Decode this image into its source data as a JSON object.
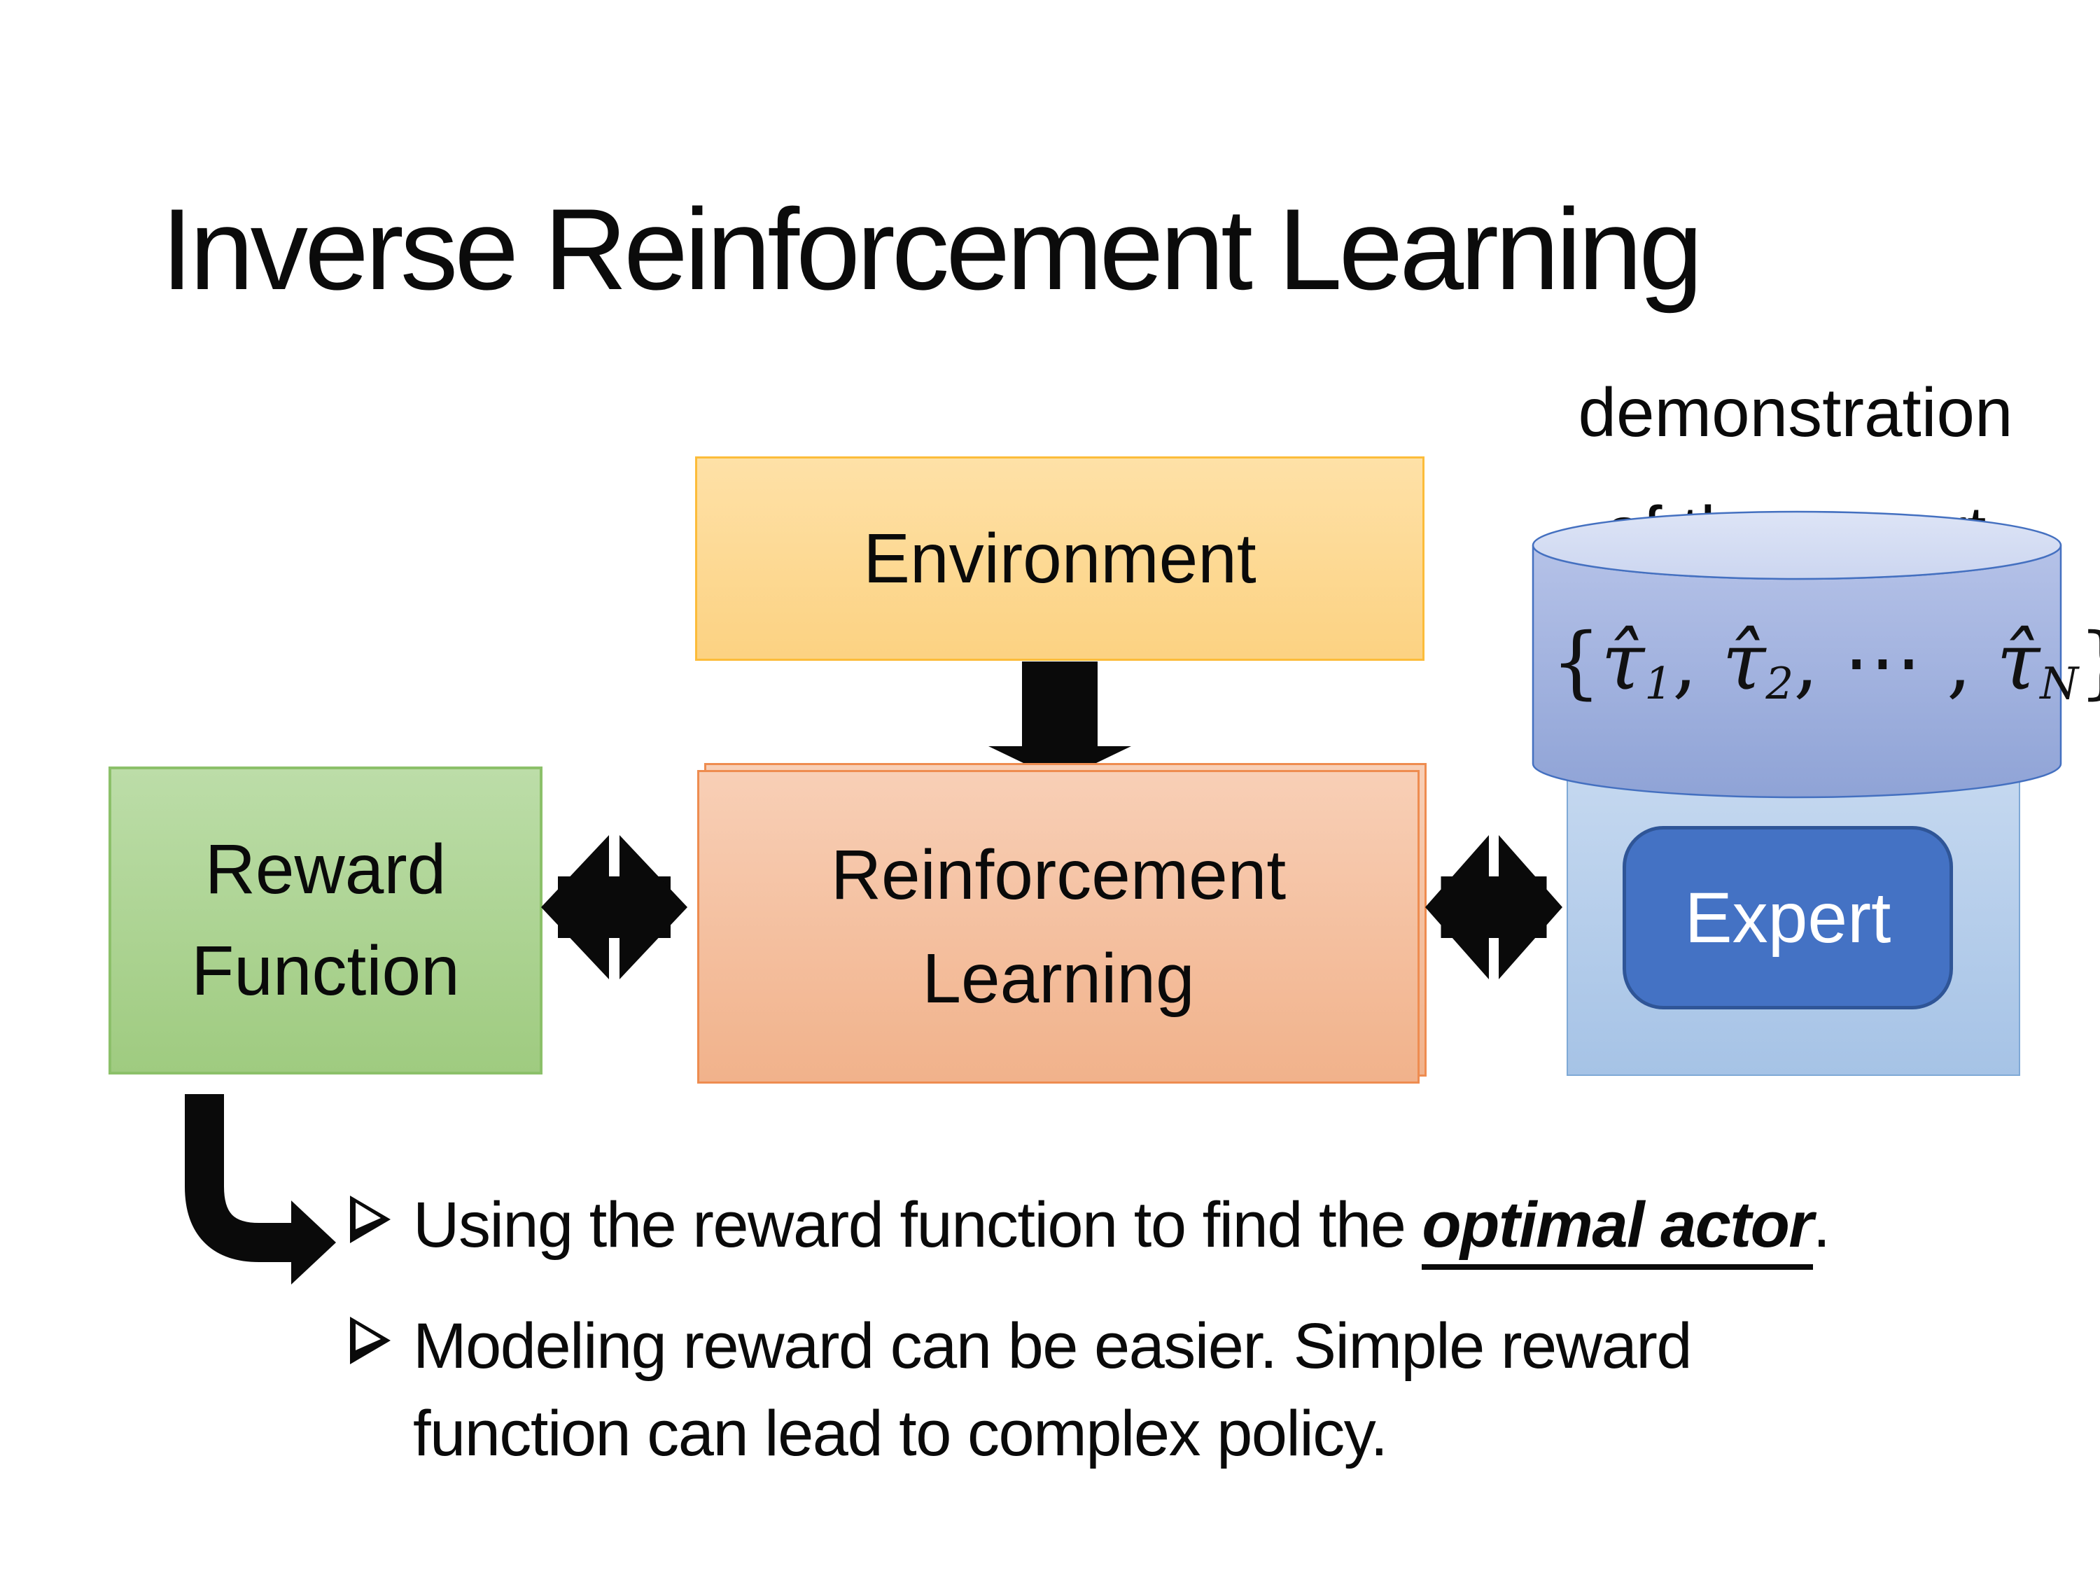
{
  "slide": {
    "title": "Inverse Reinforcement Learning",
    "annotation": {
      "line1": "demonstration",
      "line2": "of the expert"
    },
    "boxes": {
      "environment": "Environment",
      "reward_function": "Reward Function",
      "reinforcement_learning": "Reinforcement Learning",
      "expert": "Expert"
    },
    "demonstration_set": {
      "open": "{",
      "tau1": "τ̂",
      "sub1": "1",
      "comma1": ", ",
      "tau2": "τ̂",
      "sub2": "2",
      "comma2": ", ",
      "dots": "⋯",
      "comma3": " , ",
      "tauN": "τ̂",
      "subN": "N",
      "close": "}"
    },
    "bullets": [
      {
        "prefix": "Using the reward function to find the ",
        "emphasis": "optimal actor",
        "suffix": "."
      },
      {
        "text": "Modeling reward can be easier. Simple reward function can lead to complex policy."
      }
    ],
    "icons": {
      "down_arrow": "black solid down arrow",
      "double_arrow": "black double-headed left-right arrow",
      "bent_arrow": "black elbow arrow down-then-right",
      "bullet_arrow": "open right arrowhead bullet"
    },
    "colors": {
      "environment_fill": "#fdd994",
      "environment_border": "#fcbc3a",
      "reward_fill": "#aed497",
      "reward_border": "#8cc06a",
      "rl_fill": "#f5c2a2",
      "rl_border": "#ee8c50",
      "expert_outer_fill": "#b7cdea",
      "expert_outer_border": "#7fa9d6",
      "expert_inner_fill": "#4472c4",
      "expert_inner_border": "#2f5597",
      "cylinder_body": "#a3b4e0",
      "cylinder_top": "#d9e0f4",
      "cylinder_border": "#4470c0",
      "arrow_black": "#0a0a0a",
      "text_black": "#0a0a0a",
      "background": "#ffffff"
    }
  }
}
